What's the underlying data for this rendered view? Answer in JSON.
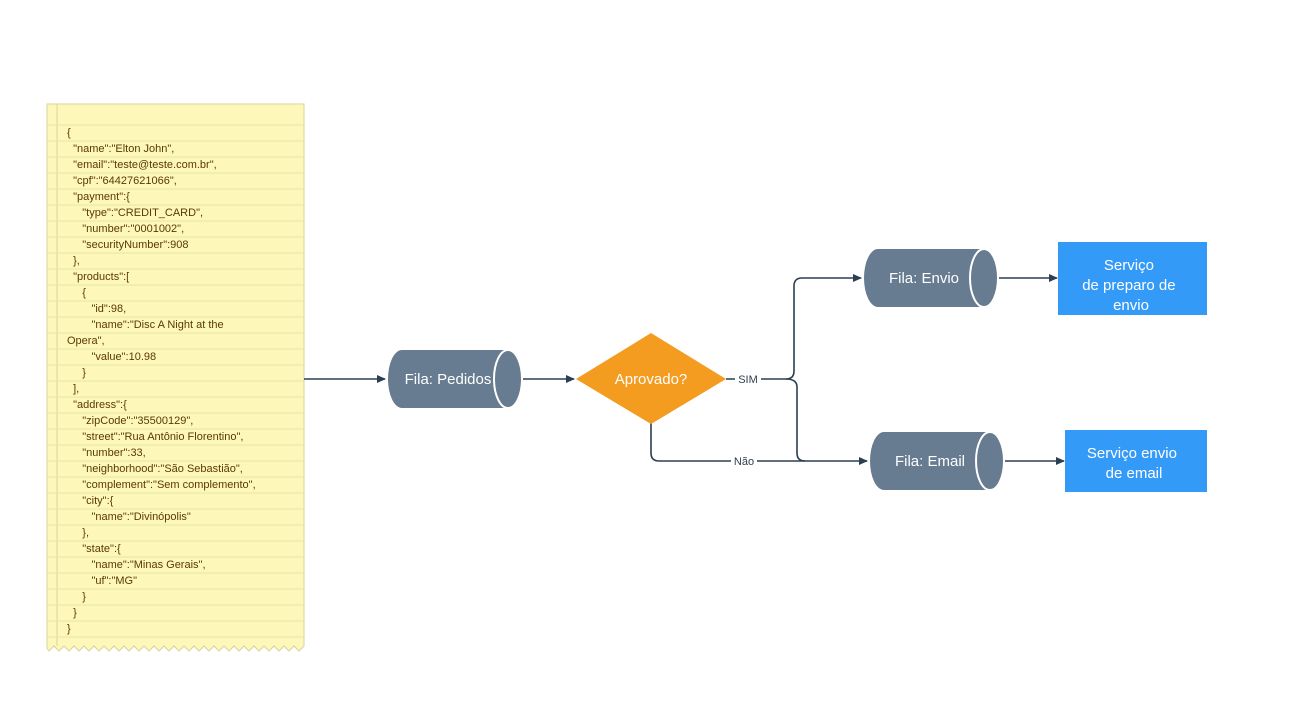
{
  "note": {
    "lines": [
      "{",
      "  \"name\":\"Elton John\",",
      "  \"email\":\"teste@teste.com.br\",",
      "  \"cpf\":\"64427621066\",",
      "  \"payment\":{",
      "     \"type\":\"CREDIT_CARD\",",
      "     \"number\":\"0001002\",",
      "     \"securityNumber\":908",
      "  },",
      "  \"products\":[",
      "     {",
      "        \"id\":98,",
      "        \"name\":\"Disc A Night at the",
      "Opera\",",
      "        \"value\":10.98",
      "     }",
      "  ],",
      "  \"address\":{",
      "     \"zipCode\":\"35500129\",",
      "     \"street\":\"Rua Antônio Florentino\",",
      "     \"number\":33,",
      "     \"neighborhood\":\"São Sebastião\",",
      "     \"complement\":\"Sem complemento\",",
      "     \"city\":{",
      "        \"name\":\"Divinópolis\"",
      "     },",
      "     \"state\":{",
      "        \"name\":\"Minas Gerais\",",
      "        \"uf\":\"MG\"",
      "     }",
      "  }",
      "}"
    ]
  },
  "nodes": {
    "fila_pedidos": {
      "label": "Fila: Pedidos"
    },
    "aprovado": {
      "label": "Aprovado?"
    },
    "fila_envio": {
      "label": "Fila: Envio"
    },
    "fila_email": {
      "label": "Fila: Email"
    },
    "servico_envio": {
      "lines": [
        "Serviço",
        "de preparo de",
        "envio"
      ]
    },
    "servico_email": {
      "lines": [
        "Serviço envio",
        "de email"
      ]
    }
  },
  "edges": {
    "sim": "SIM",
    "nao": "Não"
  },
  "colors": {
    "note_fill": "#fdf8b9",
    "note_line": "#d9d49a",
    "queue": "#677b91",
    "decision": "#f39c1f",
    "service": "#349af8",
    "edge": "#2b3f52"
  }
}
